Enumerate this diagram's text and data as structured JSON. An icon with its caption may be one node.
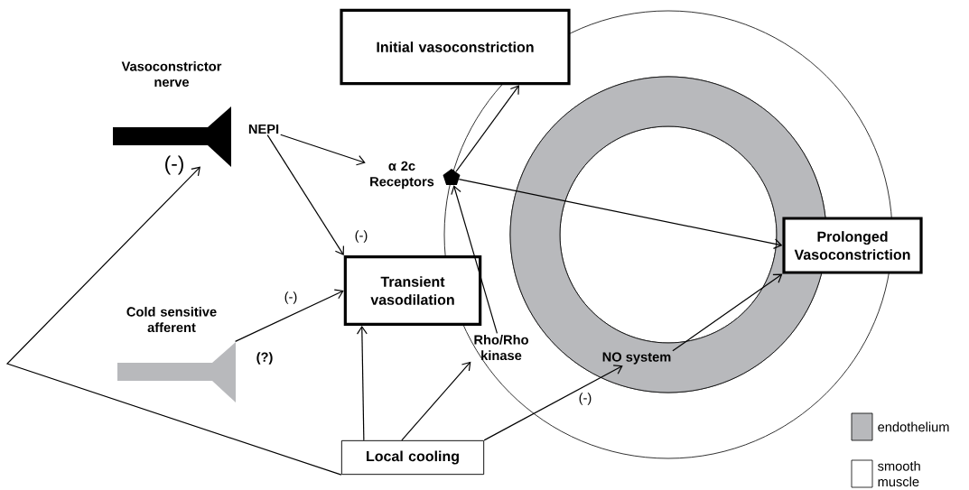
{
  "diagram": {
    "nodes": [
      {
        "text": [
          "Initial vasoconstriction"
        ]
      },
      {
        "text": [
          "Vasoconstrictor nerve"
        ]
      },
      {
        "text": [
          "NEPI"
        ]
      },
      {
        "text": [
          "α 2c Receptors"
        ]
      },
      {
        "text": [],
        "shape": "pentagon"
      },
      {
        "text": [
          "Transient vasodilation"
        ]
      },
      {
        "text": [
          "Cold sensitive afferent"
        ],
        "beside": [
          "(?)"
        ]
      },
      {
        "text": [
          "Rho/Rho kinase"
        ]
      },
      {
        "text": [
          "NO system"
        ]
      },
      {
        "text": [
          "Prolonged Vasoconstriction"
        ]
      },
      {
        "text": [
          "Local cooling"
        ]
      }
    ],
    "edges": [
      {
        "from": 2,
        "to": 3,
        "arrow": "to"
      },
      {
        "from": 2,
        "to": 5,
        "arrow": "to",
        "label": "(-)"
      },
      {
        "from": 10,
        "to": 1,
        "arrow": "to",
        "label": "(-)"
      },
      {
        "from": 6,
        "to": 5,
        "arrow": "to",
        "label": "(-)"
      },
      {
        "from": 4,
        "to": 0,
        "arrow": "to"
      },
      {
        "from": 4,
        "to": 9,
        "arrow": "to"
      },
      {
        "from": 7,
        "to": 4,
        "arrow": "to"
      },
      {
        "from": 10,
        "to": 5,
        "arrow": "to"
      },
      {
        "from": 10,
        "to": 7,
        "arrow": "to"
      },
      {
        "from": 10,
        "to": 8,
        "arrow": "to",
        "label": "(-)"
      },
      {
        "from": 8,
        "to": 9,
        "arrow": "to"
      }
    ],
    "legend": [
      {
        "text": "endothelium",
        "color": "#b8b9bc"
      },
      {
        "text": "smooth muscle"
      }
    ]
  }
}
